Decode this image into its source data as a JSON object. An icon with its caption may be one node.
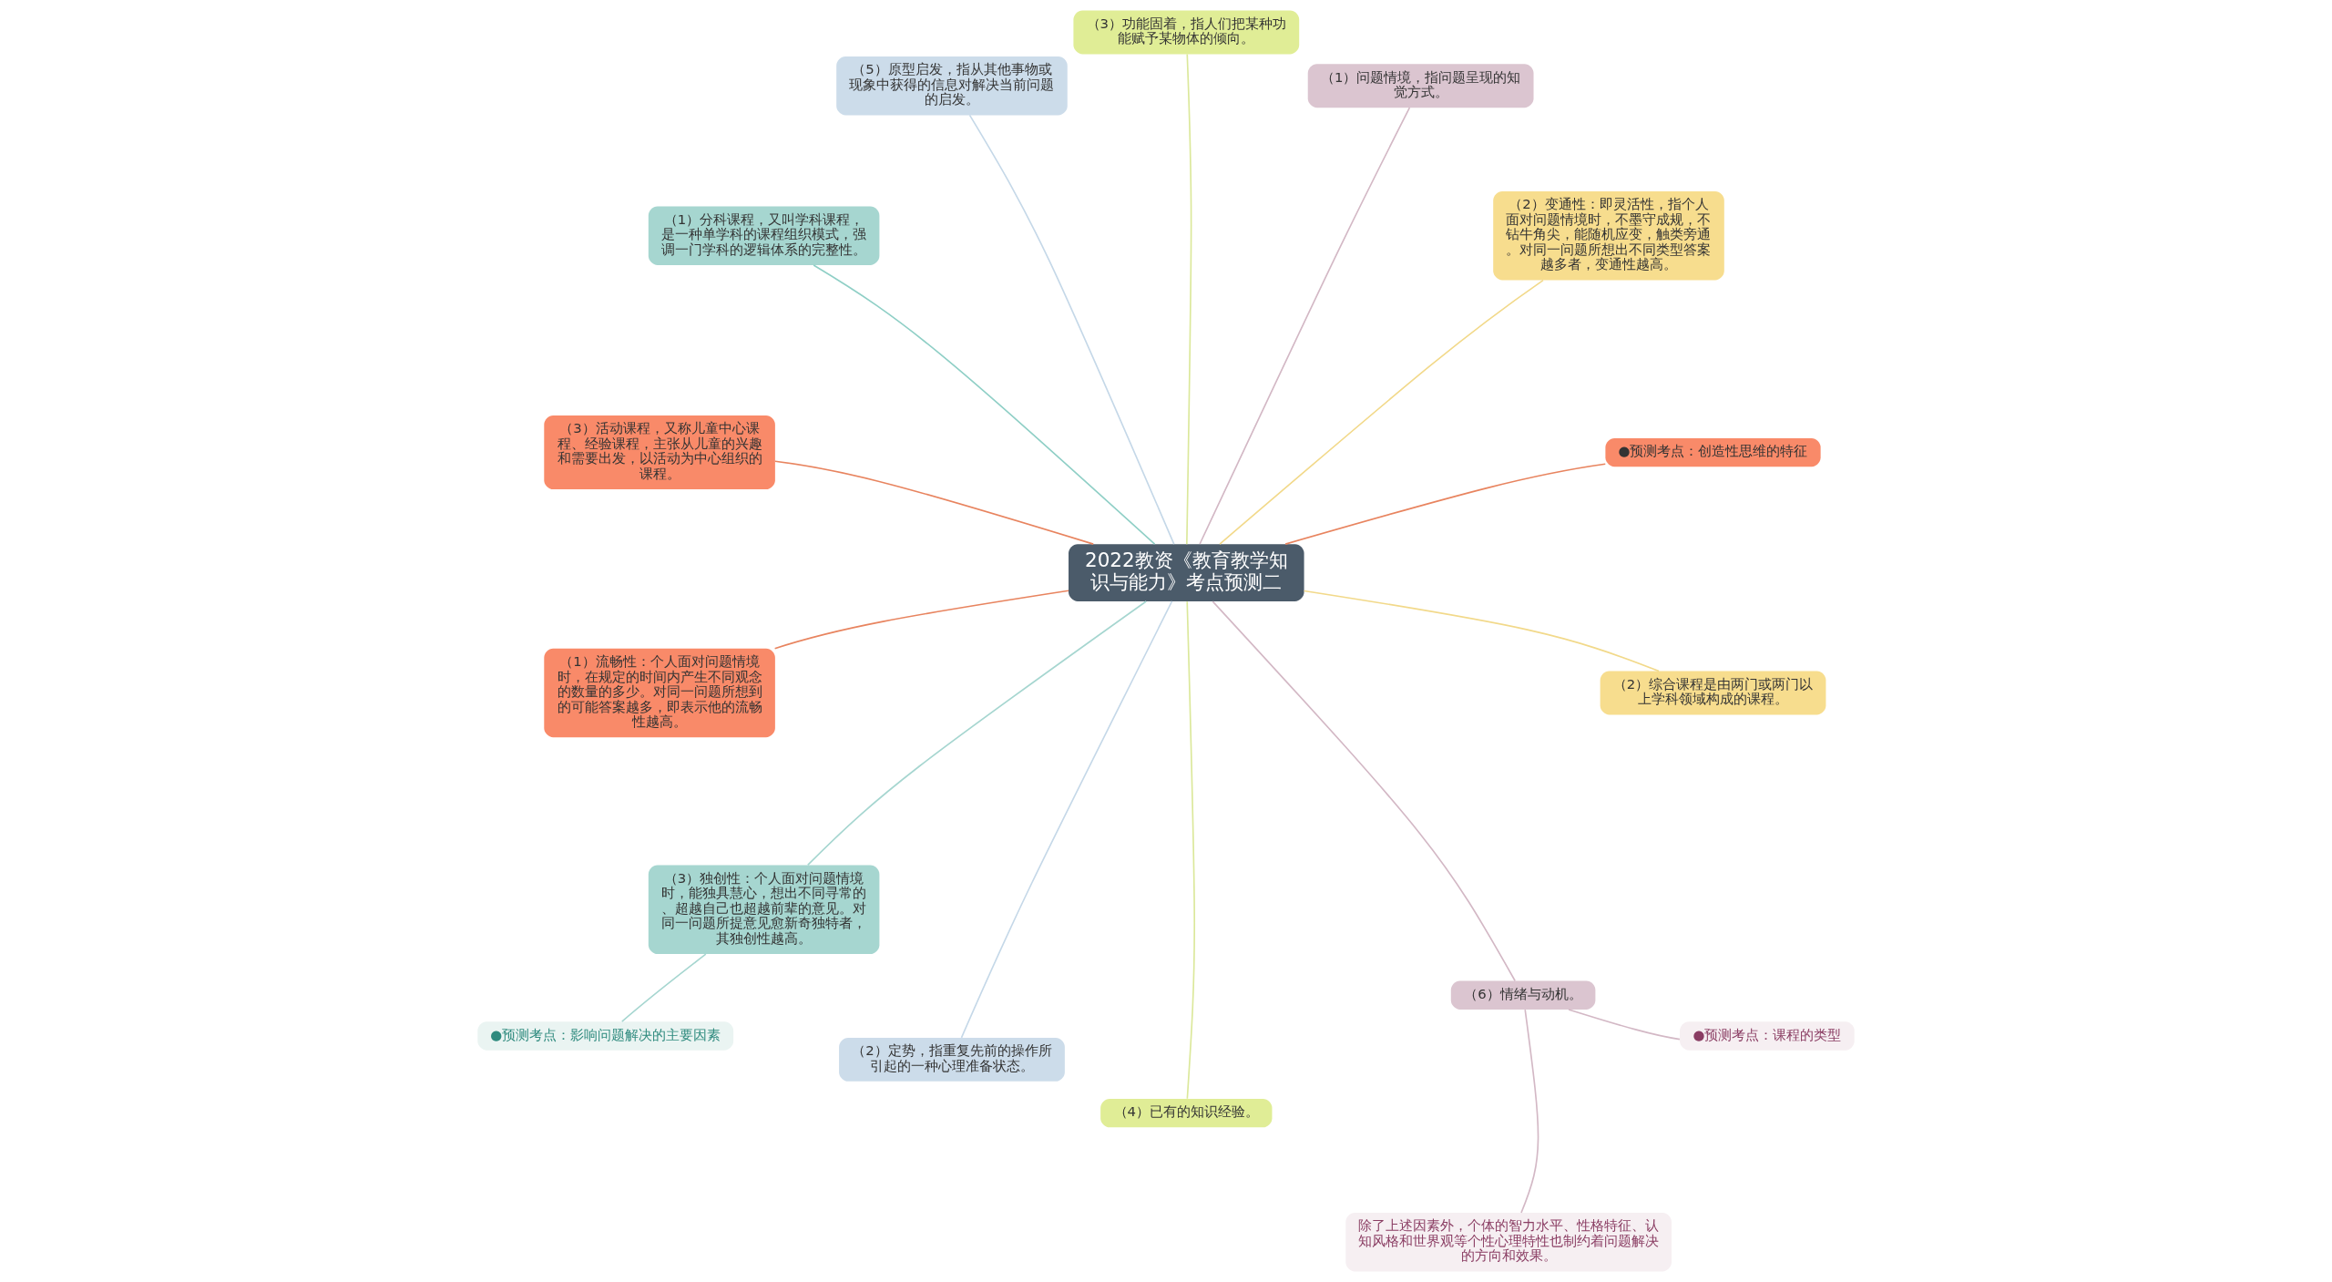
{
  "diagram": {
    "nodes": [
      {
        "text": [
          "2022教资《教育教学知识与能力》考点预测二"
        ]
      },
      {
        "text": [
          "●预测考点：创造性思维的特征"
        ]
      },
      {
        "text": [
          "（2）变通性：即灵活性，指个人面对问题情境时，不墨守成规，不钻牛角尖，能随机应变，触类旁通。对同一问题所想出不同类型答案越多者，变通性越高。"
        ]
      },
      {
        "text": [
          "（1）问题情境，指问题呈现的知觉方式。"
        ]
      },
      {
        "text": [
          "（3）功能固着，指人们把某种功能赋予某物体的倾向。"
        ]
      },
      {
        "text": [
          "（5）原型启发，指从其他事物或现象中获得的信息对解决当前问题的启发。"
        ]
      },
      {
        "text": [
          "（1）分科课程，又叫学科课程，是一种单学科的课程组织模式，强调一门学科的逻辑体系的完整性。"
        ]
      },
      {
        "text": [
          "（3）活动课程，又称儿童中心课程、经验课程，主张从儿童的兴趣和需要出发，以活动为中心组织的课程。"
        ]
      },
      {
        "text": [
          "（1）流畅性：个人面对问题情境时，在规定的时间内产生不同观念的数量的多少。对同一问题所想到的可能答案越多，即表示他的流畅性越高。"
        ]
      },
      {
        "text": [
          "（3）独创性：个人面对问题情境时，能独具慧心，想出不同寻常的、超越自己也超越前辈的意见。对同一问题所提意见愈新奇独特者，其独创性越高。"
        ]
      },
      {
        "text": [
          "●预测考点：影响问题解决的主要因素"
        ]
      },
      {
        "text": [
          "（2）定势，指重复先前的操作所引起的一种心理准备状态。"
        ]
      },
      {
        "text": [
          "（4）已有的知识经验。"
        ]
      },
      {
        "text": [
          "（6）情绪与动机。"
        ]
      },
      {
        "text": [
          "除了上述因素外，个体的智力水平、性格特征、认知风格和世界观等个性心理特性也制约着问题解决的方向和效果。"
        ]
      },
      {
        "text": [
          "●预测考点：课程的类型"
        ]
      },
      {
        "text": [
          "（2）综合课程是由两门或两门以上学科领域构成的课程。"
        ]
      }
    ],
    "edges": [
      {
        "from": 0,
        "to": 1,
        "arrow": "none",
        "color": "#e8845f"
      },
      {
        "from": 0,
        "to": 2,
        "arrow": "none",
        "color": "#f2d98a"
      },
      {
        "from": 0,
        "to": 3,
        "arrow": "none",
        "color": "#d3b8c5"
      },
      {
        "from": 0,
        "to": 4,
        "arrow": "none",
        "color": "#dbe89a"
      },
      {
        "from": 0,
        "to": 5,
        "arrow": "none",
        "color": "#c5d8e8"
      },
      {
        "from": 0,
        "to": 6,
        "arrow": "none",
        "color": "#8fcfc6"
      },
      {
        "from": 0,
        "to": 7,
        "arrow": "none",
        "color": "#e8845f"
      },
      {
        "from": 0,
        "to": 8,
        "arrow": "none",
        "color": "#e8845f"
      },
      {
        "from": 0,
        "to": 9,
        "arrow": "none",
        "color": "#a6d6d0"
      },
      {
        "from": 9,
        "to": 10,
        "arrow": "none",
        "color": "#a6d6d0"
      },
      {
        "from": 0,
        "to": 11,
        "arrow": "none",
        "color": "#c5d8e8"
      },
      {
        "from": 0,
        "to": 12,
        "arrow": "none",
        "color": "#dbe89a"
      },
      {
        "from": 0,
        "to": 13,
        "arrow": "none",
        "color": "#d3b8c5"
      },
      {
        "from": 13,
        "to": 14,
        "arrow": "none",
        "color": "#d3b8c5"
      },
      {
        "from": 13,
        "to": 15,
        "arrow": "none",
        "color": "#d3b8c5"
      },
      {
        "from": 0,
        "to": 16,
        "arrow": "none",
        "color": "#f2d98a"
      }
    ]
  }
}
